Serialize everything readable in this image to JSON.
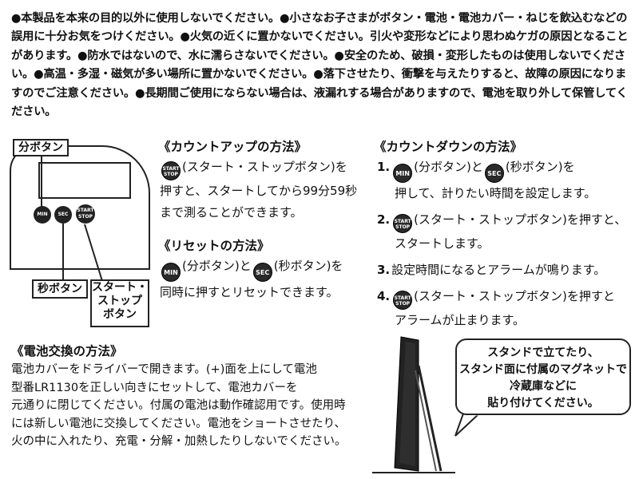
{
  "warnings": "●本製品を本来の目的以外に使用しないでください。●小さなお子さまがボタン・電池・電池カバー・ねじを飲込むなどの誤用に十分お気をつけください。●火気の近くに置かないでください。引火や変形などにより思わぬケガの原因となることがあります。●防水ではないので、水に濡らさないでください。●安全のため、破損・変形したものは使用しないでください。●高温・多湿・磁気が多い場所に置かないでください。●落下させたり、衝撃を与えたりすると、故障の原因になりますのでご注意ください。●長期間ご使用にならない場合は、液漏れする場合がありますので、電池を取り外して保管してください。",
  "device": {
    "labels": {
      "min": "分ボタン",
      "sec": "秒ボタン",
      "start": "スタート・\nストップ\nボタン"
    },
    "buttons": {
      "min": "MIN",
      "sec": "SEC",
      "start": "START\nSTOP"
    }
  },
  "count_up": {
    "title": "《カウントアップの方法》",
    "line1": "(スタート・ストップボタン)を",
    "line2": "押すと、スタートしてから99分59秒",
    "line3": "まで測ることができます。"
  },
  "reset": {
    "title": "《リセットの方法》",
    "min_text": "(分ボタン)と",
    "sec_text": "(秒ボタン)を",
    "line2": "同時に押すとリセットできます。"
  },
  "count_down": {
    "title": "《カウントダウンの方法》",
    "steps": [
      {
        "num": "1.",
        "a": "(分ボタン)と",
        "b": "(秒ボタン)を",
        "cont": "押して、計りたい時間を設定します。"
      },
      {
        "num": "2.",
        "a": "(スタート・ストップボタン)を押すと、",
        "cont": "スタートします。"
      },
      {
        "num": "3.",
        "a": "設定時間になるとアラームが鳴ります。"
      },
      {
        "num": "4.",
        "a": "(スタート・ストップボタン)を押すと",
        "cont": "アラームが止まります。"
      }
    ]
  },
  "battery": {
    "title": "《電池交換の方法》",
    "lines": [
      "電池カバーをドライバーで開きます。(+)面を上にして電池",
      "型番LR1130を正しい向きにセットして、電池カバーを",
      "元通りに閉じてください。付属の電池は動作確認用です。使用時",
      "には新しい電池に交換してください。電池をショートさせたり、",
      "火の中に入れたり、充電・分解・加熱したりしないでください。"
    ]
  },
  "stand_note": "スタンドで立てたり、\nスタンド面に付属のマグネットで\n冷蔵庫などに\n貼り付けてください。"
}
